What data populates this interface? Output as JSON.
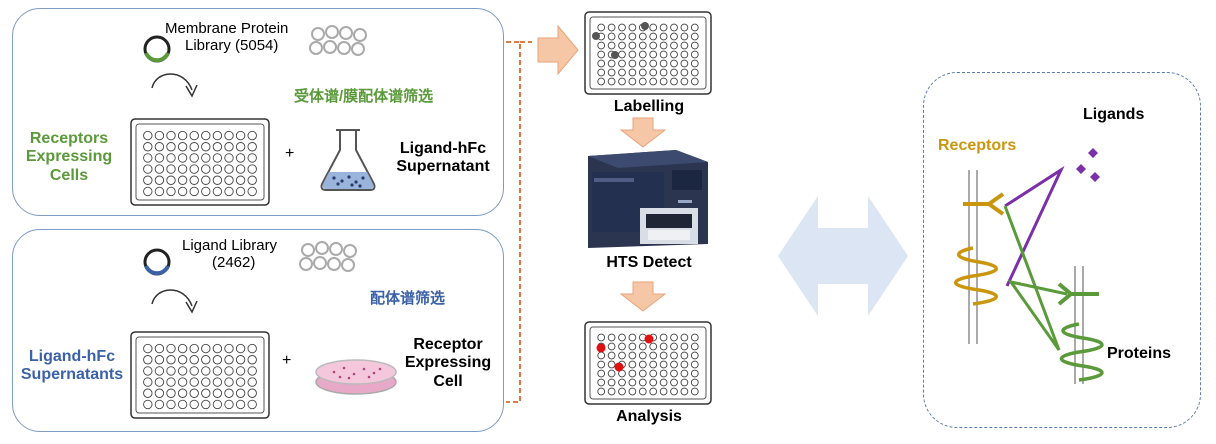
{
  "top_panel": {
    "library_label_line1": "Membrane Protein",
    "library_label_line2": "Library (5054)",
    "screen_title": "受体谱/膜配体谱筛选",
    "cells_label": [
      "Receptors",
      "Expressing",
      "Cells"
    ],
    "plus": "+",
    "supernatant_label": [
      "Ligand-hFc",
      "Supernatant"
    ]
  },
  "bottom_panel": {
    "library_label_line1": "Ligand Library",
    "library_label_line2": "(2462)",
    "screen_title": "配体谱筛选",
    "supernatants_label": [
      "Ligand-hFc",
      "Supernatants"
    ],
    "plus": "+",
    "cell_label": [
      "Receptor",
      "Expressing",
      "Cell"
    ]
  },
  "workflow": {
    "step1": "Labelling",
    "step2": "HTS Detect",
    "step3": "Analysis"
  },
  "right_panel": {
    "ligands": "Ligands",
    "receptors": "Receptors",
    "proteins": "Proteins"
  },
  "colors": {
    "panel_border": "#7f9bc8",
    "green": "#5a9a3a",
    "blue": "#3b62a8",
    "gold": "#c9960e",
    "purple": "#7b2fa8",
    "orange_arrow": "#f6c7a6",
    "bracket": "#d9692a",
    "double_arrow": "#dbe5f3",
    "hit_dot": "#e01010"
  },
  "icons": [
    "plasmid-icon",
    "bead-cluster-icon",
    "curved-arrow-icon",
    "well-plate-icon",
    "flask-icon",
    "petri-dish-icon",
    "hts-instrument-icon"
  ]
}
